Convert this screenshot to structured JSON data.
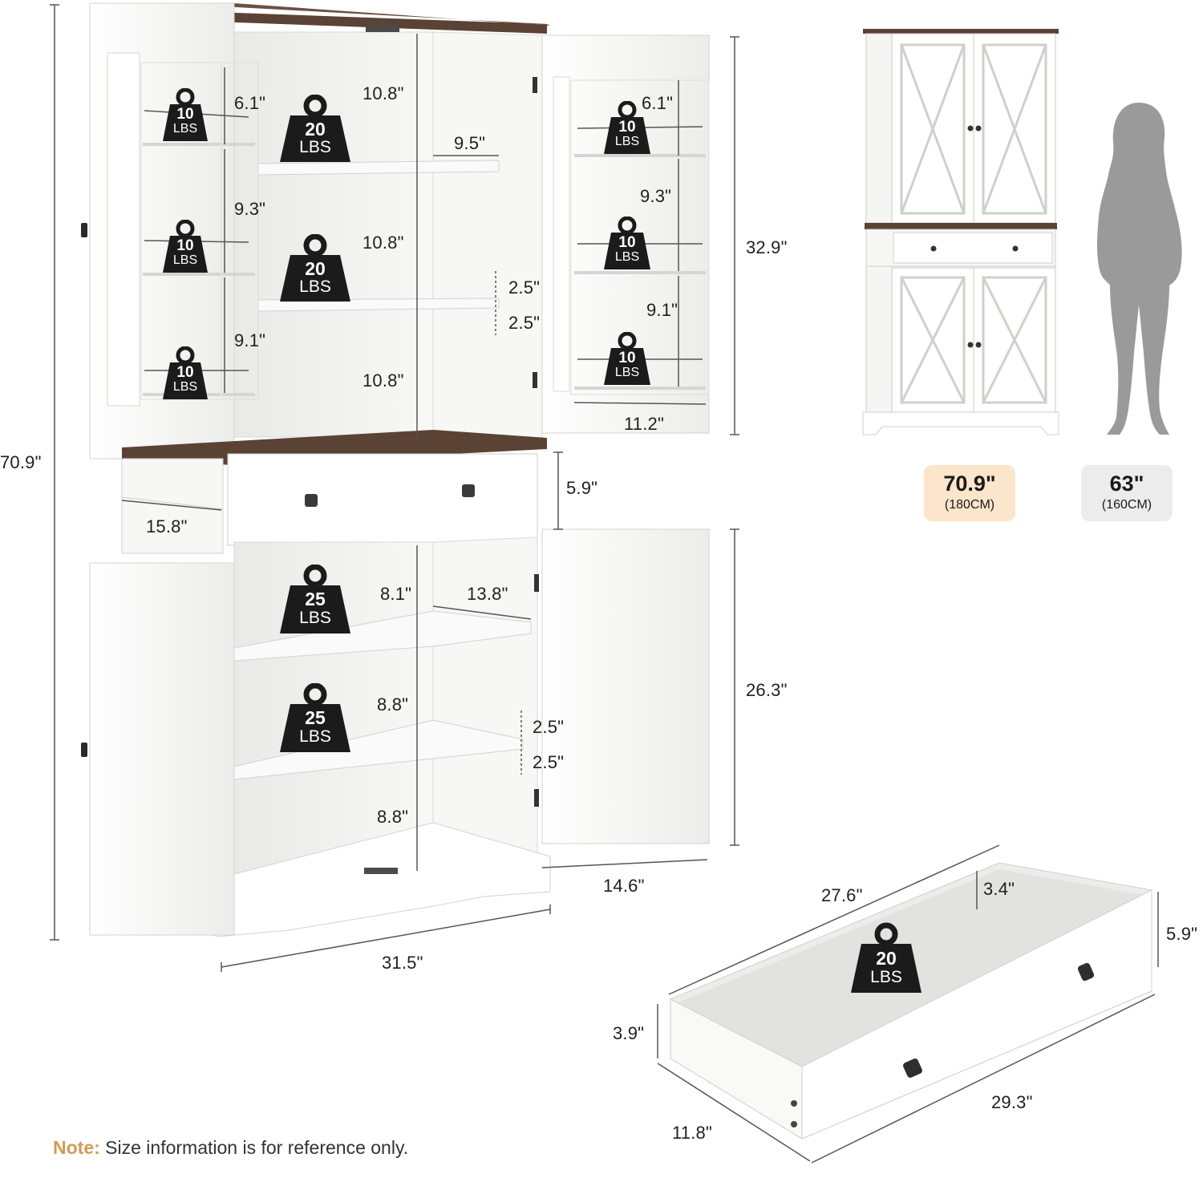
{
  "dimensions": {
    "overall_height": "70.9\"",
    "width": "31.5\"",
    "door_depth_lower": "14.6\"",
    "upper_height": "32.9\"",
    "lower_height": "26.3\"",
    "drawer_front_height": "5.9\"",
    "side_depth": "15.8\"",
    "upper_gap_1": "10.8\"",
    "upper_gap_2": "10.8\"",
    "upper_gap_3": "10.8\"",
    "upper_shelf_depth": "9.5\"",
    "upper_adjust_1": "2.5\"",
    "upper_adjust_2": "2.5\"",
    "left_door_gap_1": "6.1\"",
    "left_door_gap_2": "9.3\"",
    "left_door_gap_3": "9.1\"",
    "right_door_gap_1": "6.1\"",
    "right_door_gap_2": "9.3\"",
    "right_door_gap_3": "9.1\"",
    "right_door_width": "11.2\"",
    "lower_gap_1": "8.1\"",
    "lower_gap_2": "8.8\"",
    "lower_gap_3": "8.8\"",
    "lower_shelf_depth": "13.8\"",
    "lower_adjust_1": "2.5\"",
    "lower_adjust_2": "2.5\"",
    "drawer_length": "27.6\"",
    "drawer_inner_height": "3.4\"",
    "drawer_outer_height": "5.9\"",
    "drawer_side_height": "3.9\"",
    "drawer_depth": "11.8\"",
    "drawer_front_width": "29.3\""
  },
  "weights": {
    "ten": "10",
    "twenty": "20",
    "twentyfive": "25",
    "unit": "LBS"
  },
  "comparison": {
    "cabinet_height": "70.9\"",
    "cabinet_height_cm": "(180CM)",
    "person_height": "63\"",
    "person_height_cm": "(160CM)"
  },
  "note": {
    "label": "Note:",
    "text": " Size information is for reference only."
  },
  "colors": {
    "wood_top": "#5a4235",
    "cabinet_white": "#f7f7f5",
    "interior": "#f0f0ee",
    "weight_icon": "#1b1b1b",
    "badge_cabinet": "#fbe5cb",
    "badge_person": "#ececec",
    "person_silhouette": "#9a9a9a",
    "note_accent": "#d39a55"
  }
}
